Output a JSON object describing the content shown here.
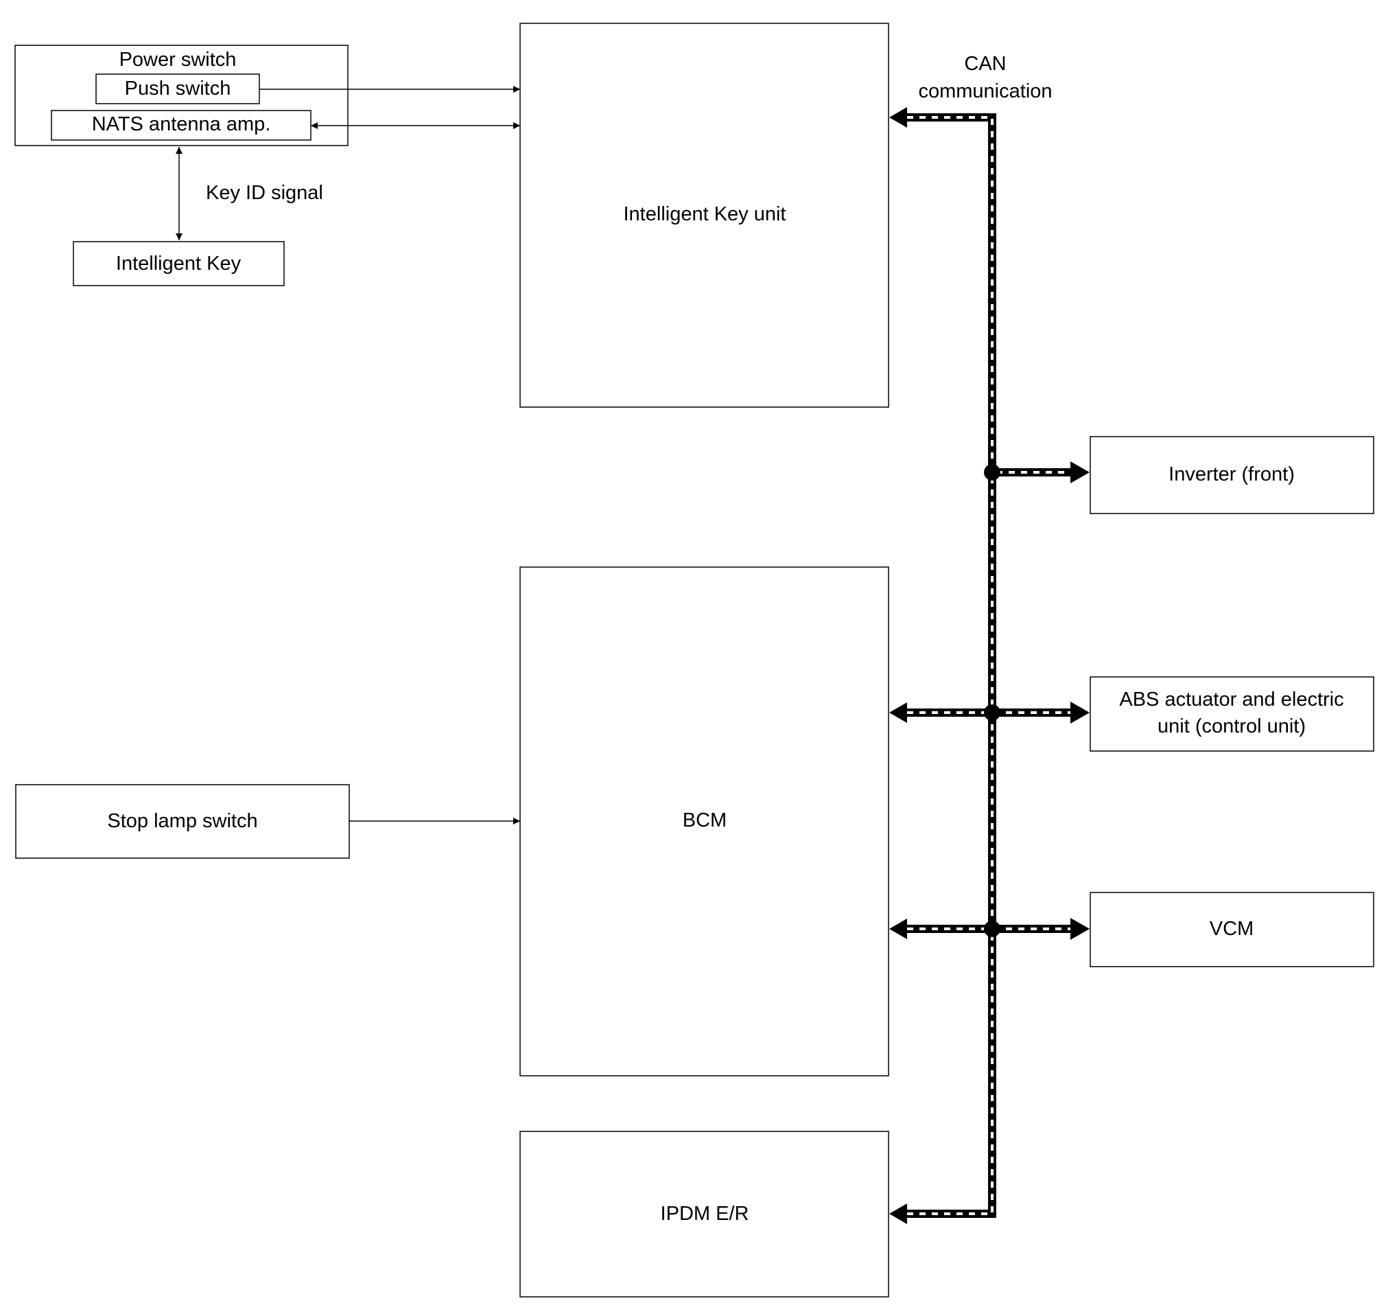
{
  "power_switch": {
    "title": "Power switch",
    "push_switch": "Push switch",
    "nats_antenna": "NATS antenna amp."
  },
  "key_id_signal": "Key ID signal",
  "intelligent_key": "Intelligent Key",
  "intelligent_key_unit": "Intelligent Key unit",
  "can_label": {
    "line1": "CAN",
    "line2": "communication"
  },
  "inverter": "Inverter (front)",
  "abs": {
    "line1": "ABS actuator and electric",
    "line2": "unit (control unit)"
  },
  "vcm": "VCM",
  "bcm": "BCM",
  "stop_lamp_switch": "Stop lamp switch",
  "ipdm": "IPDM E/R"
}
